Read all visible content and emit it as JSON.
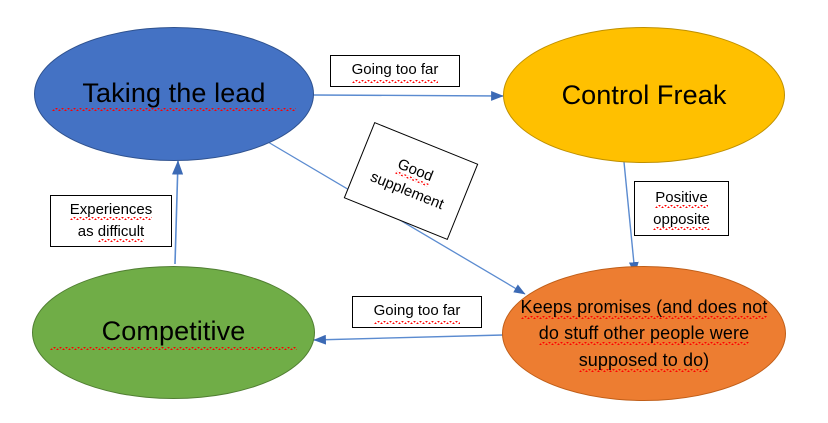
{
  "diagram": {
    "title": "Taking the lead / Control Freak relationship diagram",
    "background_color": "#FFFFFF",
    "nodes": [
      {
        "id": "taking-the-lead",
        "label": "Taking the lead",
        "shape": "ellipse",
        "fill_color": "#4472C4",
        "border_color": "#2F528F",
        "spellcheck_underline": true
      },
      {
        "id": "control-freak",
        "label": "Control Freak",
        "shape": "ellipse",
        "fill_color": "#FFC000",
        "border_color": "#BF9000",
        "spellcheck_underline": false
      },
      {
        "id": "competitive",
        "label": "Competitive",
        "shape": "ellipse",
        "fill_color": "#70AD47",
        "border_color": "#507E32",
        "spellcheck_underline": true
      },
      {
        "id": "keeps-promises",
        "label_line1": "Keeps promises (and does not",
        "label_line2": "do stuff other people were",
        "label_line3": "supposed to do)",
        "shape": "ellipse",
        "fill_color": "#ED7D31",
        "border_color": "#C05E18",
        "spellcheck_underline": true
      }
    ],
    "edges": [
      {
        "id": "lead-to-control-freak",
        "from": "taking-the-lead",
        "to": "control-freak",
        "label": "Going too far",
        "arrow_color": "#4472C4"
      },
      {
        "id": "lead-to-keeps-promises",
        "from": "taking-the-lead",
        "to": "keeps-promises",
        "label_line1": "Good",
        "label_line2": "supplement",
        "arrow_color": "#4472C4"
      },
      {
        "id": "control-freak-to-keeps-promises",
        "from": "control-freak",
        "to": "keeps-promises",
        "label_line1": "Positive",
        "label_line2": "opposite",
        "arrow_color": "#4472C4"
      },
      {
        "id": "keeps-promises-to-competitive",
        "from": "keeps-promises",
        "to": "competitive",
        "label": "Going too far",
        "arrow_color": "#4472C4"
      },
      {
        "id": "competitive-to-lead",
        "from": "competitive",
        "to": "taking-the-lead",
        "label_line1": "Experiences",
        "label_line2": "as difficult",
        "arrow_color": "#4472C4"
      }
    ]
  }
}
